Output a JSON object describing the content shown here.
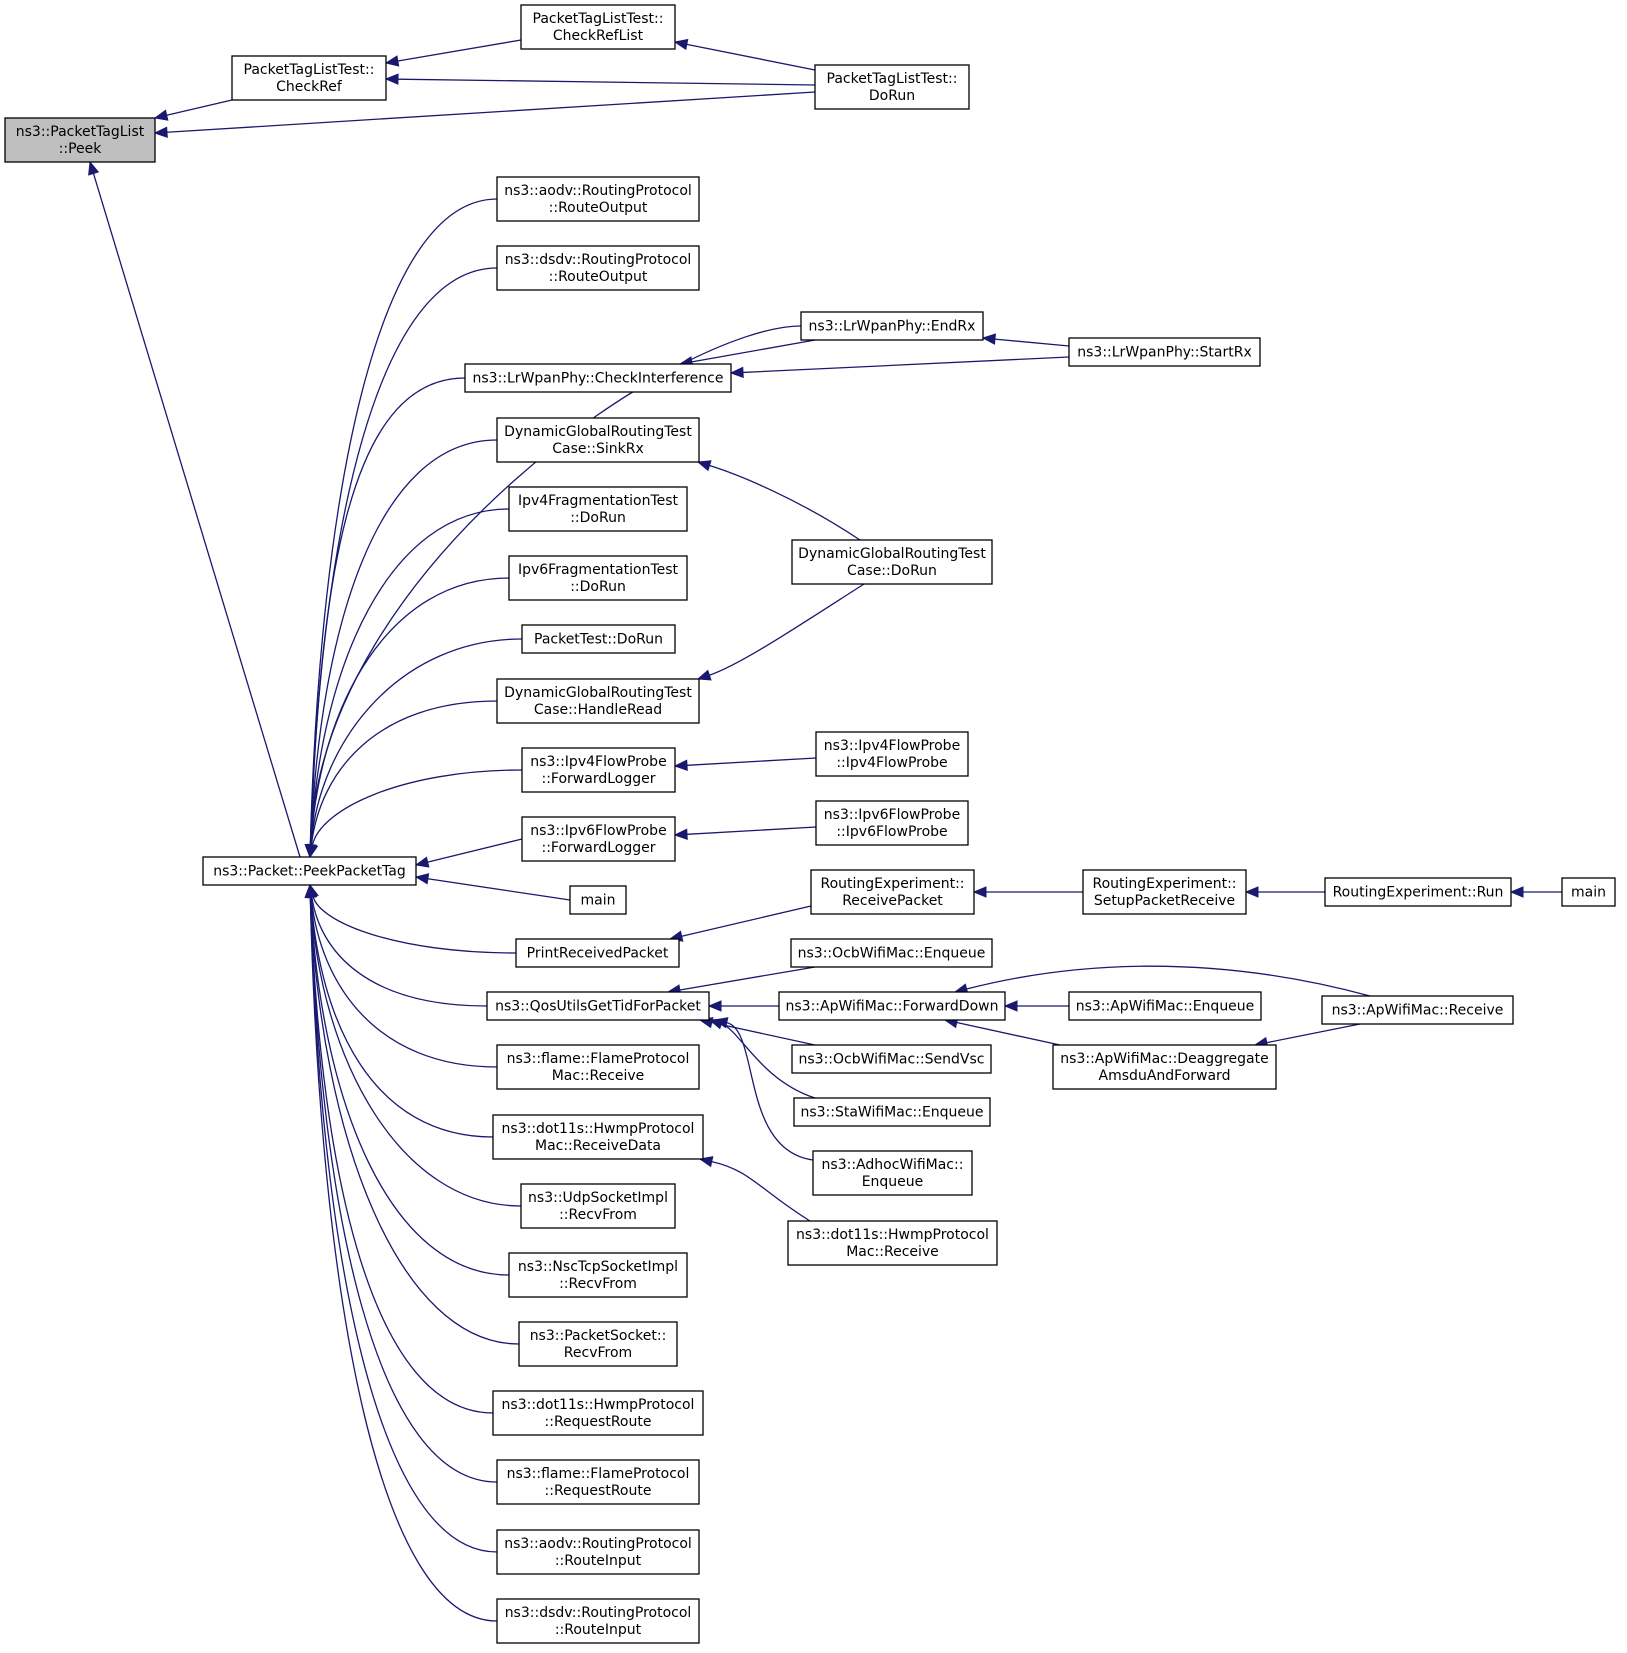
{
  "diagram": {
    "type": "caller-graph",
    "colors": {
      "edge": "#191970",
      "root_fill": "#bfbfbf",
      "node_fill": "#ffffff",
      "node_border": "#000000"
    },
    "nodes": [
      {
        "id": "peek",
        "lines": [
          "ns3::PacketTagList",
          "::Peek"
        ],
        "root": true
      },
      {
        "id": "checkref",
        "lines": [
          "PacketTagListTest::",
          "CheckRef"
        ]
      },
      {
        "id": "checkreflist",
        "lines": [
          "PacketTagListTest::",
          "CheckRefList"
        ]
      },
      {
        "id": "ptl_dorun",
        "lines": [
          "PacketTagListTest::",
          "DoRun"
        ]
      },
      {
        "id": "peekpackettag",
        "lines": [
          "ns3::Packet::PeekPacketTag"
        ]
      },
      {
        "id": "aodv_routeoutput",
        "lines": [
          "ns3::aodv::RoutingProtocol",
          "::RouteOutput"
        ]
      },
      {
        "id": "dsdv_routeoutput",
        "lines": [
          "ns3::dsdv::RoutingProtocol",
          "::RouteOutput"
        ]
      },
      {
        "id": "lrwpan_endrx",
        "lines": [
          "ns3::LrWpanPhy::EndRx"
        ]
      },
      {
        "id": "lrwpan_startrx",
        "lines": [
          "ns3::LrWpanPhy::StartRx"
        ]
      },
      {
        "id": "lrwpan_checkinterference",
        "lines": [
          "ns3::LrWpanPhy::CheckInterference"
        ]
      },
      {
        "id": "dgr_sinkrx",
        "lines": [
          "DynamicGlobalRoutingTest",
          "Case::SinkRx"
        ]
      },
      {
        "id": "ipv4frag_dorun",
        "lines": [
          "Ipv4FragmentationTest",
          "::DoRun"
        ]
      },
      {
        "id": "dgr_dorun",
        "lines": [
          "DynamicGlobalRoutingTest",
          "Case::DoRun"
        ]
      },
      {
        "id": "ipv6frag_dorun",
        "lines": [
          "Ipv6FragmentationTest",
          "::DoRun"
        ]
      },
      {
        "id": "packettest_dorun",
        "lines": [
          "PacketTest::DoRun"
        ]
      },
      {
        "id": "dgr_handleread",
        "lines": [
          "DynamicGlobalRoutingTest",
          "Case::HandleRead"
        ]
      },
      {
        "id": "ipv4flow_forward",
        "lines": [
          "ns3::Ipv4FlowProbe",
          "::ForwardLogger"
        ]
      },
      {
        "id": "ipv4flow_ctor",
        "lines": [
          "ns3::Ipv4FlowProbe",
          "::Ipv4FlowProbe"
        ]
      },
      {
        "id": "ipv6flow_forward",
        "lines": [
          "ns3::Ipv6FlowProbe",
          "::ForwardLogger"
        ]
      },
      {
        "id": "ipv6flow_ctor",
        "lines": [
          "ns3::Ipv6FlowProbe",
          "::Ipv6FlowProbe"
        ]
      },
      {
        "id": "main1",
        "lines": [
          "main"
        ]
      },
      {
        "id": "re_receivepacket",
        "lines": [
          "RoutingExperiment::",
          "ReceivePacket"
        ]
      },
      {
        "id": "re_setup",
        "lines": [
          "RoutingExperiment::",
          "SetupPacketReceive"
        ]
      },
      {
        "id": "re_run",
        "lines": [
          "RoutingExperiment::Run"
        ]
      },
      {
        "id": "main2",
        "lines": [
          "main"
        ]
      },
      {
        "id": "printreceived",
        "lines": [
          "PrintReceivedPacket"
        ]
      },
      {
        "id": "ocb_enqueue",
        "lines": [
          "ns3::OcbWifiMac::Enqueue"
        ]
      },
      {
        "id": "qos_gettid",
        "lines": [
          "ns3::QosUtilsGetTidForPacket"
        ]
      },
      {
        "id": "ap_forwarddown",
        "lines": [
          "ns3::ApWifiMac::ForwardDown"
        ]
      },
      {
        "id": "ap_enqueue",
        "lines": [
          "ns3::ApWifiMac::Enqueue"
        ]
      },
      {
        "id": "ap_receive",
        "lines": [
          "ns3::ApWifiMac::Receive"
        ]
      },
      {
        "id": "ocb_sendvsc",
        "lines": [
          "ns3::OcbWifiMac::SendVsc"
        ]
      },
      {
        "id": "ap_deaggregate",
        "lines": [
          "ns3::ApWifiMac::Deaggregate",
          "AmsduAndForward"
        ]
      },
      {
        "id": "flame_mac_receive",
        "lines": [
          "ns3::flame::FlameProtocol",
          "Mac::Receive"
        ]
      },
      {
        "id": "sta_enqueue",
        "lines": [
          "ns3::StaWifiMac::Enqueue"
        ]
      },
      {
        "id": "adhoc_enqueue",
        "lines": [
          "ns3::AdhocWifiMac::",
          "Enqueue"
        ]
      },
      {
        "id": "hwmp_receivedata",
        "lines": [
          "ns3::dot11s::HwmpProtocol",
          "Mac::ReceiveData"
        ]
      },
      {
        "id": "hwmp_mac_receive",
        "lines": [
          "ns3::dot11s::HwmpProtocol",
          "Mac::Receive"
        ]
      },
      {
        "id": "udp_recvfrom",
        "lines": [
          "ns3::UdpSocketImpl",
          "::RecvFrom"
        ]
      },
      {
        "id": "nsc_recvfrom",
        "lines": [
          "ns3::NscTcpSocketImpl",
          "::RecvFrom"
        ]
      },
      {
        "id": "packetsocket_recvfrom",
        "lines": [
          "ns3::PacketSocket::",
          "RecvFrom"
        ]
      },
      {
        "id": "hwmp_requestroute",
        "lines": [
          "ns3::dot11s::HwmpProtocol",
          "::RequestRoute"
        ]
      },
      {
        "id": "flame_requestroute",
        "lines": [
          "ns3::flame::FlameProtocol",
          "::RequestRoute"
        ]
      },
      {
        "id": "aodv_routeinput",
        "lines": [
          "ns3::aodv::RoutingProtocol",
          "::RouteInput"
        ]
      },
      {
        "id": "dsdv_routeinput",
        "lines": [
          "ns3::dsdv::RoutingProtocol",
          "::RouteInput"
        ]
      }
    ],
    "edges": [
      {
        "from": "checkref",
        "to": "peek"
      },
      {
        "from": "ptl_dorun",
        "to": "peek"
      },
      {
        "from": "peekpackettag",
        "to": "peek"
      },
      {
        "from": "checkreflist",
        "to": "checkref"
      },
      {
        "from": "ptl_dorun",
        "to": "checkref"
      },
      {
        "from": "ptl_dorun",
        "to": "checkreflist"
      },
      {
        "from": "aodv_routeoutput",
        "to": "peekpackettag"
      },
      {
        "from": "dsdv_routeoutput",
        "to": "peekpackettag"
      },
      {
        "from": "lrwpan_endrx",
        "to": "peekpackettag"
      },
      {
        "from": "lrwpan_checkinterference",
        "to": "peekpackettag"
      },
      {
        "from": "dgr_sinkrx",
        "to": "peekpackettag"
      },
      {
        "from": "ipv4frag_dorun",
        "to": "peekpackettag"
      },
      {
        "from": "ipv6frag_dorun",
        "to": "peekpackettag"
      },
      {
        "from": "packettest_dorun",
        "to": "peekpackettag"
      },
      {
        "from": "dgr_handleread",
        "to": "peekpackettag"
      },
      {
        "from": "ipv4flow_forward",
        "to": "peekpackettag"
      },
      {
        "from": "ipv6flow_forward",
        "to": "peekpackettag"
      },
      {
        "from": "main1",
        "to": "peekpackettag"
      },
      {
        "from": "printreceived",
        "to": "peekpackettag"
      },
      {
        "from": "qos_gettid",
        "to": "peekpackettag"
      },
      {
        "from": "flame_mac_receive",
        "to": "peekpackettag"
      },
      {
        "from": "hwmp_receivedata",
        "to": "peekpackettag"
      },
      {
        "from": "udp_recvfrom",
        "to": "peekpackettag"
      },
      {
        "from": "nsc_recvfrom",
        "to": "peekpackettag"
      },
      {
        "from": "packetsocket_recvfrom",
        "to": "peekpackettag"
      },
      {
        "from": "hwmp_requestroute",
        "to": "peekpackettag"
      },
      {
        "from": "flame_requestroute",
        "to": "peekpackettag"
      },
      {
        "from": "aodv_routeinput",
        "to": "peekpackettag"
      },
      {
        "from": "dsdv_routeinput",
        "to": "peekpackettag"
      },
      {
        "from": "lrwpan_startrx",
        "to": "lrwpan_endrx"
      },
      {
        "from": "lrwpan_endrx",
        "to": "lrwpan_checkinterference"
      },
      {
        "from": "lrwpan_startrx",
        "to": "lrwpan_checkinterference"
      },
      {
        "from": "dgr_dorun",
        "to": "dgr_sinkrx"
      },
      {
        "from": "dgr_dorun",
        "to": "dgr_handleread"
      },
      {
        "from": "ipv4flow_ctor",
        "to": "ipv4flow_forward"
      },
      {
        "from": "ipv6flow_ctor",
        "to": "ipv6flow_forward"
      },
      {
        "from": "re_receivepacket",
        "to": "printreceived"
      },
      {
        "from": "re_setup",
        "to": "re_receivepacket"
      },
      {
        "from": "re_run",
        "to": "re_setup"
      },
      {
        "from": "main2",
        "to": "re_run"
      },
      {
        "from": "ocb_enqueue",
        "to": "qos_gettid"
      },
      {
        "from": "ap_forwarddown",
        "to": "qos_gettid"
      },
      {
        "from": "ocb_sendvsc",
        "to": "qos_gettid"
      },
      {
        "from": "sta_enqueue",
        "to": "qos_gettid"
      },
      {
        "from": "adhoc_enqueue",
        "to": "qos_gettid"
      },
      {
        "from": "ap_enqueue",
        "to": "ap_forwarddown"
      },
      {
        "from": "ap_receive",
        "to": "ap_forwarddown"
      },
      {
        "from": "ap_deaggregate",
        "to": "ap_forwarddown"
      },
      {
        "from": "ap_receive",
        "to": "ap_deaggregate"
      },
      {
        "from": "hwmp_mac_receive",
        "to": "hwmp_receivedata"
      }
    ]
  }
}
